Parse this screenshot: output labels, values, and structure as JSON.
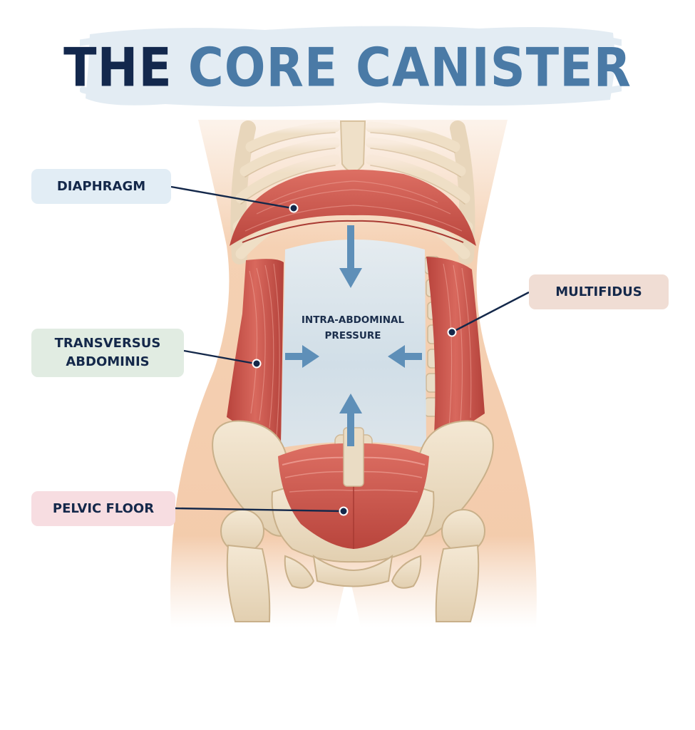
{
  "title": {
    "word1": "THE",
    "word2": "CORE CANISTER"
  },
  "labels": {
    "diaphragm": "DIAPHRAGM",
    "transversus_line1": "TRANSVERSUS",
    "transversus_line2": "ABDOMINIS",
    "multifidus": "MULTIFIDUS",
    "pelvic_floor": "PELVIC FLOOR"
  },
  "center": {
    "line1": "INTRA-ABDOMINAL",
    "line2": "PRESSURE"
  },
  "colors": {
    "title_dark": "#13284d",
    "title_blue": "#4a7aa6",
    "muscle_red": "#c8524a",
    "bone": "#ecdcc2",
    "skin": "#f3c9a6",
    "pressure_fill": "#d3e2ec",
    "arrow_blue": "#5e8fb8",
    "leader_line": "#14284a"
  }
}
